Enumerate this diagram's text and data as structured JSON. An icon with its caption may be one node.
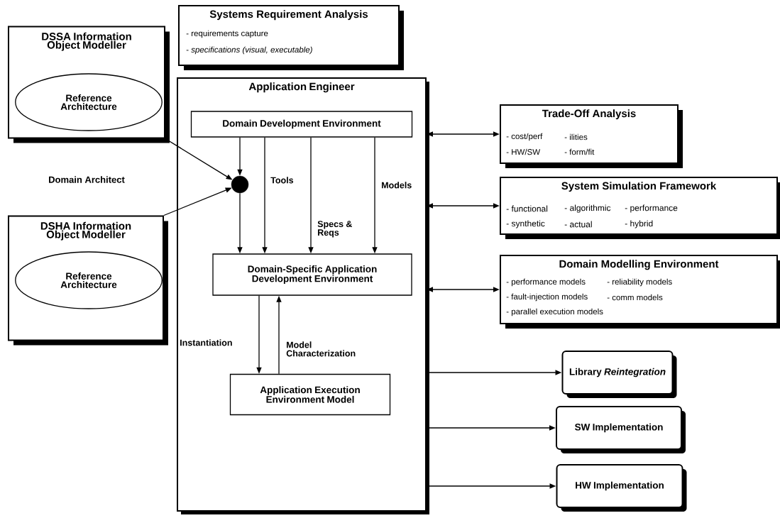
{
  "diagram": {
    "nodes": [
      {
        "text": [
          "Systems Requirement Analysis",
          "- requirements capture",
          "- *specifications (visual, executable)*"
        ]
      },
      {
        "text": [
          "DSSA Information Object Modeller"
        ]
      },
      {
        "text": [
          "Reference Architecture"
        ],
        "in": 1
      },
      {
        "text": [
          "DSHA Information Object Modeller"
        ]
      },
      {
        "text": [
          "Reference Architecture"
        ],
        "in": 3
      },
      {
        "text": [
          "Application Engineer"
        ]
      },
      {
        "text": [
          "Domain Development Environment"
        ],
        "in": 5
      },
      {
        "text": [],
        "shape": "circle",
        "in": 5
      },
      {
        "text": [
          "Domain-Specific Application Development Environment"
        ],
        "in": 5
      },
      {
        "text": [
          "Application Execution Environment Model"
        ],
        "in": 5
      },
      {
        "text": [
          "Trade-Off Analysis",
          "- cost/perf",
          "- ilities",
          "- HW/SW",
          "- form/fit"
        ]
      },
      {
        "text": [
          "System Simulation Framework",
          "- functional",
          "- algorithmic",
          "- performance",
          "- synthetic",
          "- actual",
          "- hybrid"
        ]
      },
      {
        "text": [
          "Domain Modelling Environment",
          "- performance models",
          "- reliability models",
          "- fault-injection models",
          "- comm models",
          "- parallel execution models"
        ]
      },
      {
        "text": [
          "Library *Reintegration*"
        ]
      },
      {
        "text": [
          "SW Implementation"
        ]
      },
      {
        "text": [
          "HW Implementation"
        ]
      }
    ],
    "edges": [
      {
        "from": 1,
        "to": 7,
        "arrow": "to"
      },
      {
        "from": 3,
        "to": 7,
        "arrow": "to"
      },
      {
        "from": 6,
        "to": 7,
        "arrow": "to"
      },
      {
        "from": 7,
        "to": 8,
        "arrow": "to"
      },
      {
        "from": 6,
        "to": 8,
        "arrow": "to",
        "label": "Tools"
      },
      {
        "from": 6,
        "to": 8,
        "arrow": "to",
        "label": "Specs & Reqs"
      },
      {
        "from": 6,
        "to": 8,
        "arrow": "to",
        "label": "Models"
      },
      {
        "from": 8,
        "to": 9,
        "arrow": "to",
        "label": "Instantiation"
      },
      {
        "from": 9,
        "to": 8,
        "arrow": "to",
        "label": "Model Characterization"
      },
      {
        "from": 5,
        "to": 10,
        "arrow": "both"
      },
      {
        "from": 5,
        "to": 11,
        "arrow": "both"
      },
      {
        "from": 5,
        "to": 12,
        "arrow": "both"
      },
      {
        "from": 5,
        "to": 13,
        "arrow": "to"
      },
      {
        "from": 5,
        "to": 14,
        "arrow": "to"
      },
      {
        "from": 5,
        "to": 15,
        "arrow": "to"
      }
    ],
    "labels": [
      "Domain Architect"
    ]
  }
}
